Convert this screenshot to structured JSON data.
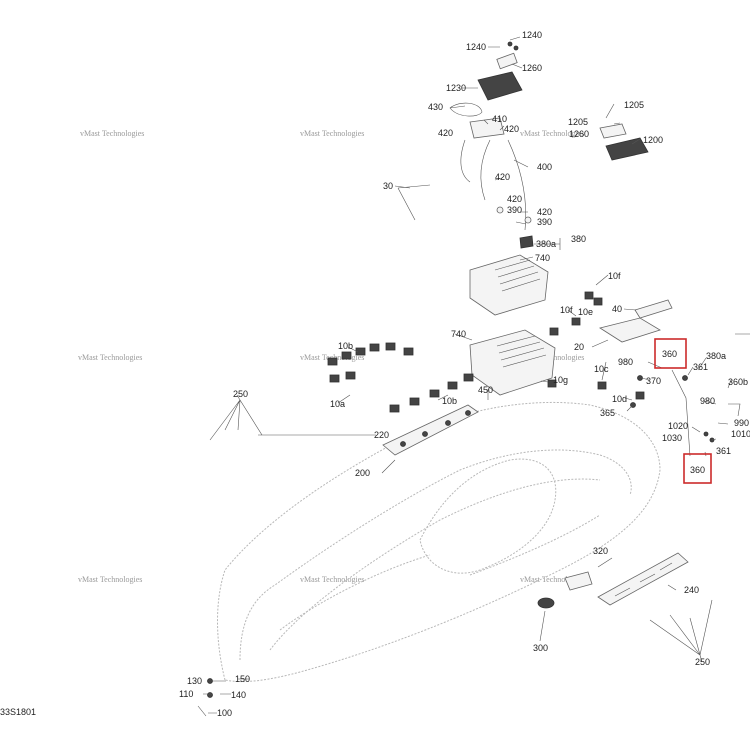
{
  "diagram_code": "33S1801",
  "watermark": "vMast Technologies",
  "highlight_color": "#cc2b2b",
  "callouts": {
    "c1240a": "1240",
    "c1240b": "1240",
    "c1260": "1260",
    "c1230": "1230",
    "c430": "430",
    "c410": "410",
    "c420a": "420",
    "c420b": "420",
    "c400": "400",
    "c420c": "420",
    "c420d": "420",
    "c390a": "390",
    "c420e": "420",
    "c390b": "390",
    "c380a": "380a",
    "c380": "380",
    "c30": "30",
    "c1205a": "1205",
    "c1205b": "1205",
    "c1260b": "1260",
    "c1200": "1200",
    "c740a": "740",
    "c10f_a": "10f",
    "c10f_b": "10f",
    "c10e": "10e",
    "c40": "40",
    "c740b": "740",
    "c20": "20",
    "c10b_a": "10b",
    "c10a": "10a",
    "c10b_b": "10b",
    "c450": "450",
    "c10c": "10c",
    "c10g": "10g",
    "c10d": "10d",
    "c365": "365",
    "c370": "370",
    "c980a": "980",
    "c360a": "360",
    "c380a_r": "380a",
    "c361a": "361",
    "c360b": "360b",
    "c980b": "980",
    "c990": "990",
    "c1010": "1010",
    "c1020": "1020",
    "c1030": "1030",
    "c361b": "361",
    "c360c": "360",
    "c250a": "250",
    "c220": "220",
    "c200": "200",
    "c320": "320",
    "c240": "240",
    "c300": "300",
    "c250b": "250",
    "c130": "130",
    "c150": "150",
    "c110": "110",
    "c140": "140",
    "c100": "100"
  }
}
